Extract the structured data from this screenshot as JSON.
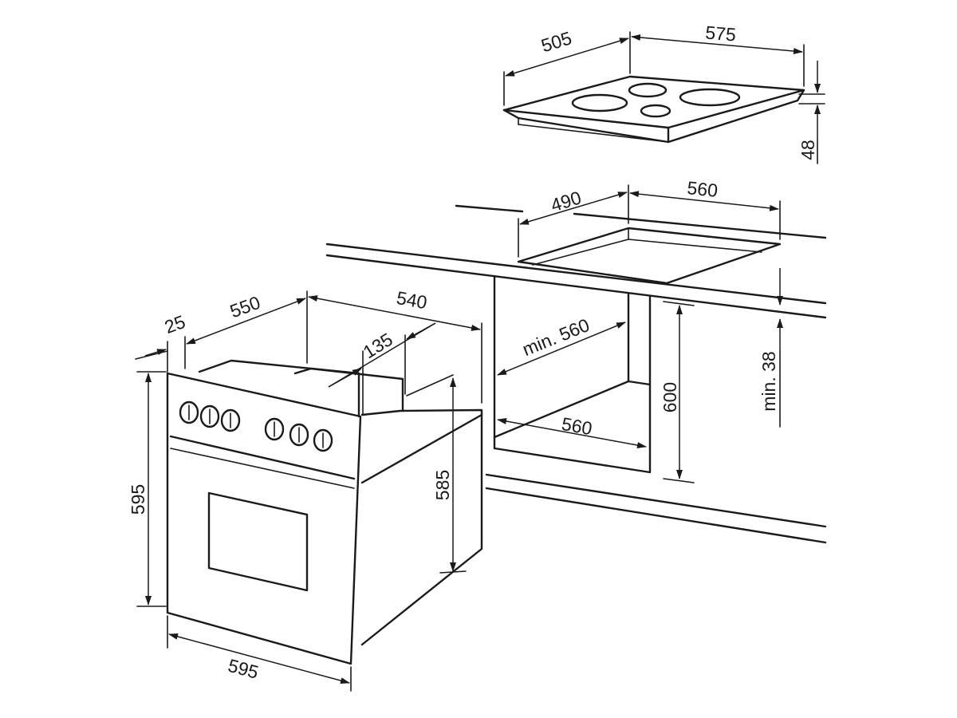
{
  "colors": {
    "line": "#1a1a1a",
    "background": "#ffffff"
  },
  "dimensions": {
    "hob_depth": "505",
    "hob_width": "575",
    "hob_height": "48",
    "cutout_depth": "490",
    "cutout_width": "560",
    "countertop_thickness": "min. 38",
    "niche_height": "600",
    "niche_depth": "min. 560",
    "niche_width": "560",
    "oven_front_offset": "25",
    "oven_depth": "550",
    "oven_body_depth": "540",
    "oven_back_offset": "135",
    "oven_body_height": "585",
    "oven_height": "595",
    "oven_width": "595"
  }
}
